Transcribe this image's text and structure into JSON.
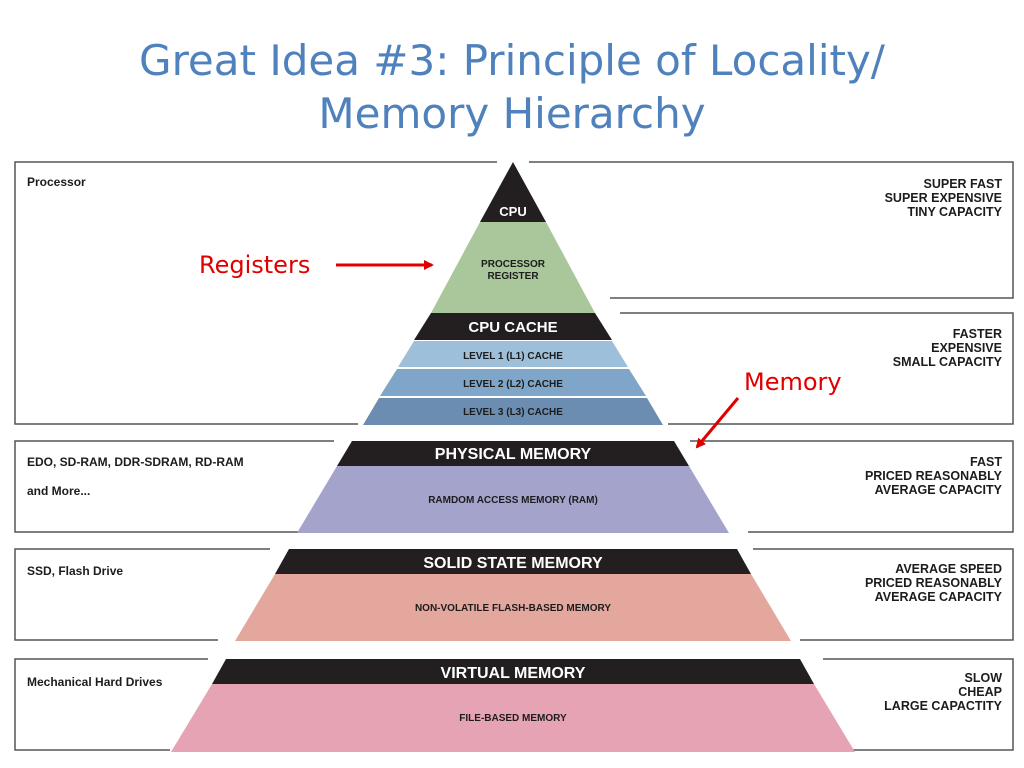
{
  "title": {
    "line1": "Great Idea #3: Principle of Locality/",
    "line2": "Memory Hierarchy"
  },
  "pyramid": {
    "cpu": {
      "header": "CPU",
      "body_line1": "PROCESSOR",
      "body_line2": "REGISTER"
    },
    "cache": {
      "header": "CPU CACHE",
      "levels": [
        "LEVEL 1 (L1) CACHE",
        "LEVEL 2 (L2) CACHE",
        "LEVEL 3 (L3) CACHE"
      ]
    },
    "physical": {
      "header": "PHYSICAL MEMORY",
      "body": "RAMDOM ACCESS MEMORY (RAM)"
    },
    "ssd": {
      "header": "SOLID STATE MEMORY",
      "body": "NON-VOLATILE FLASH-BASED MEMORY"
    },
    "virtual": {
      "header": "VIRTUAL MEMORY",
      "body": "FILE-BASED MEMORY"
    }
  },
  "left_labels": {
    "processor": "Processor",
    "ram_line1": "EDO, SD-RAM, DDR-SDRAM, RD-RAM",
    "ram_line2": "and More...",
    "ssd": "SSD, Flash Drive",
    "hdd": "Mechanical Hard Drives"
  },
  "right_labels": {
    "tier1": [
      "SUPER FAST",
      "SUPER EXPENSIVE",
      "TINY CAPACITY"
    ],
    "tier2": [
      "FASTER",
      "EXPENSIVE",
      "SMALL CAPACITY"
    ],
    "tier3": [
      "FAST",
      "PRICED REASONABLY",
      "AVERAGE CAPACITY"
    ],
    "tier4": [
      "AVERAGE SPEED",
      "PRICED REASONABLY",
      "AVERAGE CAPACITY"
    ],
    "tier5": [
      "SLOW",
      "CHEAP",
      "LARGE CAPACTITY"
    ]
  },
  "annotations": {
    "registers": "Registers",
    "memory": "Memory"
  },
  "colors": {
    "title": "#4f81bd",
    "band_dark": "#231f20",
    "register_green": "#a9c79a",
    "cache_l1": "#9dbfd9",
    "cache_l2": "#7fa6c9",
    "cache_l3": "#6b8db2",
    "ram_purple": "#a3a3cc",
    "ssd_salmon": "#e4a79e",
    "vm_pink": "#e6a3b3",
    "annotation_red": "#e00000"
  }
}
